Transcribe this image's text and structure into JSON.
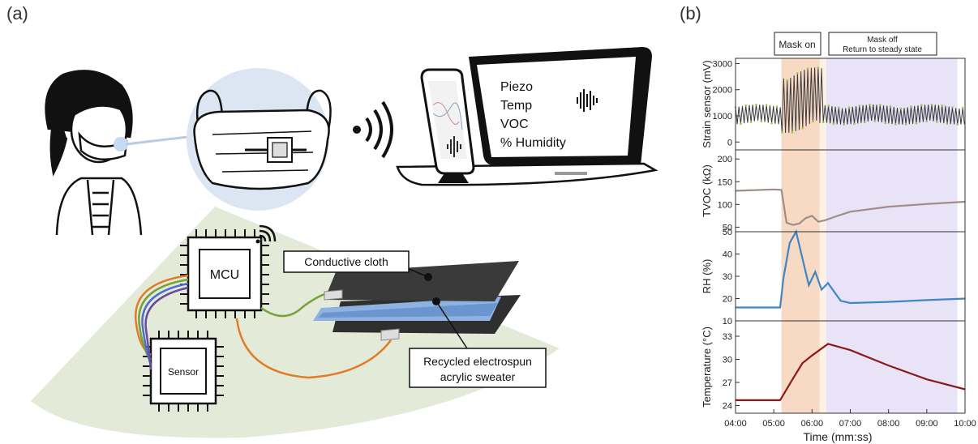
{
  "panel_a": {
    "label": "(a)",
    "laptop_screen": [
      "Piezo",
      "Temp",
      "VOC",
      "% Humidity"
    ],
    "chip_labels": {
      "mcu": "MCU",
      "sensor": "Sensor"
    },
    "callouts": {
      "cloth": "Conductive cloth",
      "sweater_line1": "Recycled electrospun",
      "sweater_line2": "acrylic sweater"
    },
    "colors": {
      "mask_circle": "#dce6f2",
      "fan": "#e3ead8",
      "wire_orange": "#e07b28",
      "wire_green": "#7aa03a",
      "wire_blue": "#4a6fd0",
      "fabric_blue": "#7fa7d8",
      "cloth_dark": "#3a3a3a"
    }
  },
  "panel_b": {
    "label": "(b)",
    "bands": {
      "mask_on": "Mask on",
      "mask_off_line1": "Mask off",
      "mask_off_line2": "Return to steady state"
    },
    "xlabel": "Time (mm:ss)",
    "colors": {
      "mask_on_band": "#f7d9c4",
      "mask_off_band": "#e8e3f7",
      "gap_band": "#fdf1e6"
    }
  },
  "chart_data": [
    {
      "type": "line",
      "ylabel": "Strain sensor (mV)",
      "xlim": [
        "04:00",
        "10:00"
      ],
      "ylim": [
        -300,
        3200
      ],
      "yticks": [
        "0",
        "1000",
        "2000",
        "3000"
      ],
      "description_series": "oscillating signal ~600-1500 mV baseline, up to ~3000 mV during mask on",
      "series": [
        {
          "color": "#3a3a3a",
          "x": [
            "04:00",
            "05:10",
            "05:15",
            "05:30",
            "05:45",
            "06:00",
            "06:15",
            "06:20",
            "07:00",
            "08:00",
            "09:00",
            "10:00"
          ],
          "y": [
            1100,
            1100,
            2800,
            500,
            3000,
            400,
            2900,
            1100,
            1100,
            1100,
            1100,
            1100
          ]
        }
      ]
    },
    {
      "type": "line",
      "ylabel": "TVOC (kΩ)",
      "ylim": [
        40,
        220
      ],
      "yticks": [
        "50",
        "100",
        "150",
        "200"
      ],
      "series": [
        {
          "color": "#a08d88",
          "x": [
            "04:00",
            "05:00",
            "05:12",
            "05:20",
            "05:30",
            "05:40",
            "05:50",
            "06:00",
            "06:10",
            "06:20",
            "06:40",
            "07:00",
            "08:00",
            "09:00",
            "10:00"
          ],
          "y": [
            130,
            133,
            132,
            60,
            55,
            58,
            70,
            75,
            62,
            65,
            75,
            84,
            95,
            101,
            106
          ]
        }
      ]
    },
    {
      "type": "line",
      "ylabel": "RH (%)",
      "ylim": [
        10,
        50
      ],
      "yticks": [
        "10",
        "20",
        "30",
        "40",
        "50"
      ],
      "series": [
        {
          "color": "#3f86c4",
          "x": [
            "04:00",
            "05:10",
            "05:15",
            "05:25",
            "05:35",
            "05:45",
            "05:55",
            "06:05",
            "06:15",
            "06:25",
            "06:45",
            "07:00",
            "08:00",
            "09:00",
            "10:00"
          ],
          "y": [
            16,
            16,
            29,
            45,
            50,
            38,
            26,
            32,
            24,
            27,
            19,
            18,
            18.5,
            19.3,
            20
          ]
        }
      ]
    },
    {
      "type": "line",
      "ylabel": "Temperature (°C)",
      "ylim": [
        23,
        35
      ],
      "yticks": [
        "24",
        "27",
        "30",
        "33"
      ],
      "series": [
        {
          "color": "#8b1a1a",
          "x": [
            "04:00",
            "05:10",
            "05:30",
            "05:45",
            "06:00",
            "06:15",
            "06:25",
            "07:00",
            "08:00",
            "09:00",
            "10:00"
          ],
          "y": [
            24.7,
            24.7,
            27.5,
            29.5,
            30.5,
            31.4,
            32,
            31.2,
            29.2,
            27.4,
            26.1
          ]
        }
      ]
    }
  ],
  "x_tick_labels": [
    "04:00",
    "05:00",
    "06:00",
    "07:00",
    "08:00",
    "09:00",
    "10:00"
  ]
}
